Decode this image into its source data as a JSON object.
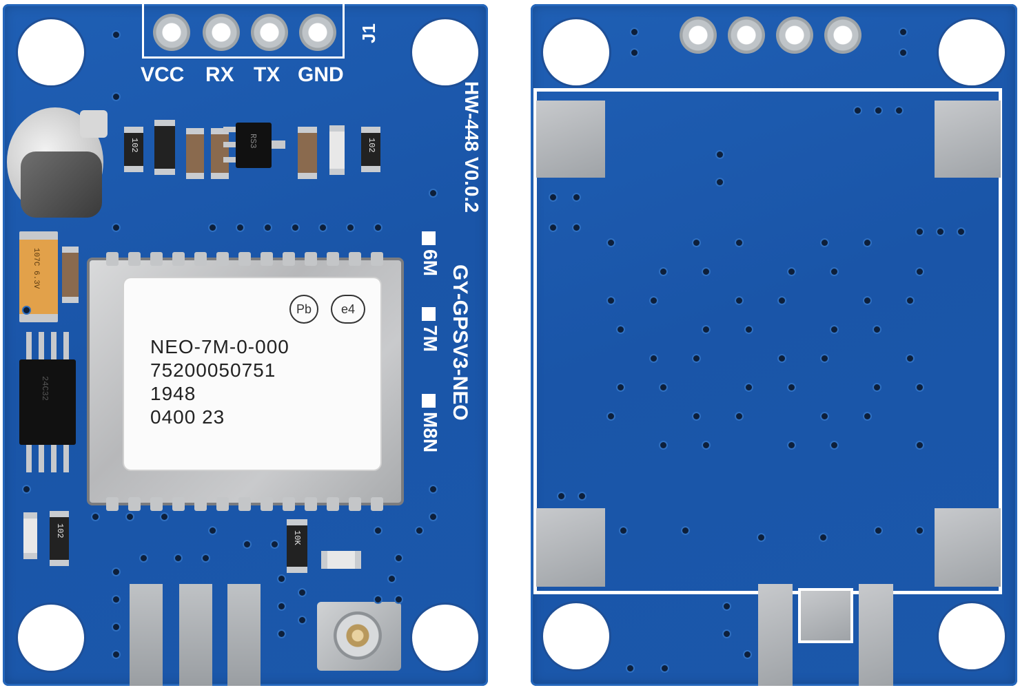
{
  "front": {
    "header_pin_labels": [
      "VCC",
      "RX",
      "TX",
      "GND"
    ],
    "header_ref": "J1",
    "board_version": "HW-448 V0.0.2",
    "board_name": "GY-GPSV3-NEO",
    "variant_options": [
      "6M",
      "7M",
      "M8N"
    ],
    "module_label": {
      "model": "NEO-7M-0-000",
      "serial": "75200050751",
      "line3": "1948",
      "line4": "0400 23",
      "pb_mark": "Pb",
      "e4_mark": "e4"
    },
    "component_codes": {
      "r_left_top": "102",
      "r_right_top": "102",
      "r_bottom_left": "102",
      "r_bottom_mid": "10K",
      "tantalum": "107C 6.3V",
      "ic_top": "RS3",
      "eeprom": "24C32"
    }
  },
  "back": {}
}
